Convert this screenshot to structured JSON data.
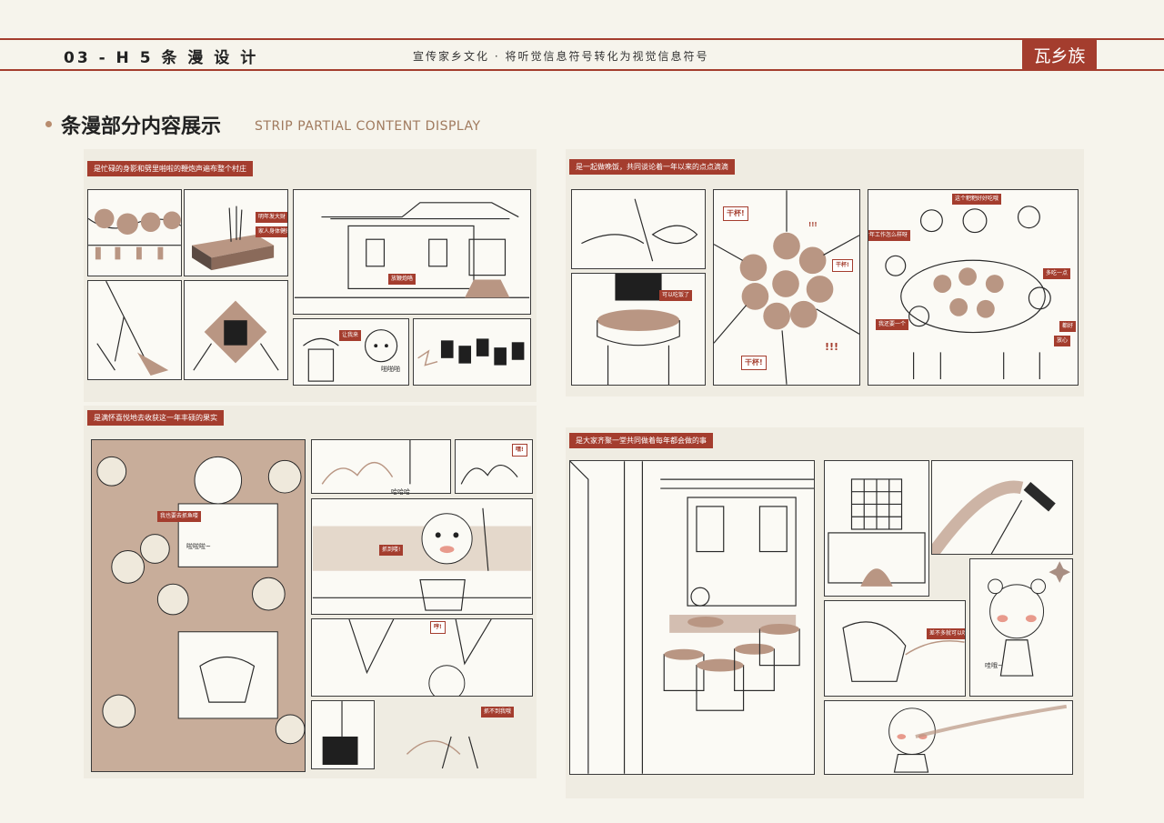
{
  "header": {
    "section_code": "03 - H 5 条 漫 设 计",
    "tagline": "宣传家乡文化 · 将听觉信息符号转化为视觉信息符号",
    "logo_text": "瓦乡族"
  },
  "title": {
    "cn": "条漫部分内容展示",
    "en": "STRIP PARTIAL CONTENT DISPLAY"
  },
  "strips": [
    {
      "caption": "是忙碌的身影和劈里啪啦的鞭炮声遍布整个村庄",
      "bubbles": [
        "明年发大财",
        "家人身体健康",
        "放鞭炮咯",
        "让我来",
        "啪啪啪"
      ]
    },
    {
      "caption": "是一起做晚饭，共同谈论着一年以来的点点滴滴",
      "bubbles": [
        "可以吃饭了",
        "干杯!",
        "!!!",
        "干杯!",
        "干杯!",
        "!!!",
        "这个粑粑好好吃哦",
        "今年工作怎么样呀",
        "多吃一点",
        "我还要一个",
        "都好",
        "放心"
      ]
    },
    {
      "caption": "是满怀喜悦地去收获这一年丰硕的果实",
      "bubbles": [
        "我也要去抓鱼喽",
        "啦啦啦~",
        "嘿!",
        "哈哈哈",
        "抓到喽!",
        "哼!",
        "抓不到我哦"
      ]
    },
    {
      "caption": "是大家齐聚一堂共同做着每年都会做的事",
      "bubbles": [
        "差不多就可以吃了",
        "哇哦~"
      ]
    }
  ],
  "colors": {
    "accent": "#a43d2e",
    "ink": "#2a2a2a",
    "paper": "#f6f4ec",
    "sepia": "#b99683"
  }
}
